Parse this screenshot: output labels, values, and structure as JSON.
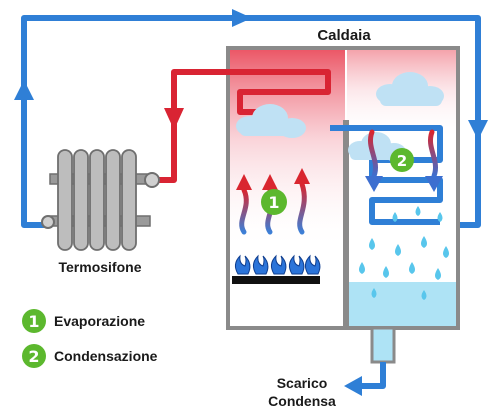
{
  "boiler": {
    "title": "Caldaia"
  },
  "radiator": {
    "label": "Termosifone"
  },
  "drain": {
    "line1": "Scarico",
    "line2": "Condensa"
  },
  "stages": [
    {
      "number": "1",
      "name": "Evaporazione"
    },
    {
      "number": "2",
      "name": "Condensazione"
    }
  ],
  "colors": {
    "cold_pipe": "#2f7fd6",
    "hot_pipe": "#d92433",
    "stage_badge": "#5cb82e",
    "boiler_frame": "#8a8a8a",
    "radiator": "#a9a9a9",
    "condensate_water": "#aee3f5",
    "flame": "#2b74d9"
  },
  "icons": [
    "radiator-icon",
    "flame-icon",
    "cloud-icon",
    "water-drop-icon",
    "arrow-icon"
  ]
}
